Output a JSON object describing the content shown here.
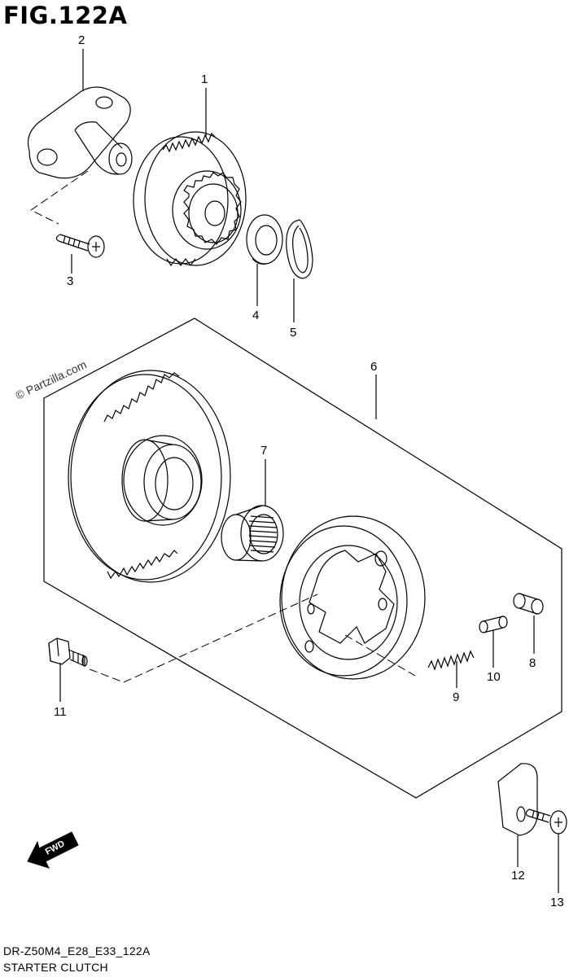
{
  "figure_title": "FIG.122A",
  "watermark": "© Partzilla.com",
  "fwd_label": "FWD",
  "footer": {
    "diagram_code": "DR-Z50M4_E28_E33_122A",
    "section_title": "STARTER CLUTCH"
  },
  "callouts": {
    "c1": "1",
    "c2": "2",
    "c3": "3",
    "c4": "4",
    "c5": "5",
    "c6": "6",
    "c7": "7",
    "c8": "8",
    "c9": "9",
    "c10": "10",
    "c11": "11",
    "c12": "12",
    "c13": "13"
  },
  "colors": {
    "ink": "#000000",
    "paper": "#ffffff"
  }
}
